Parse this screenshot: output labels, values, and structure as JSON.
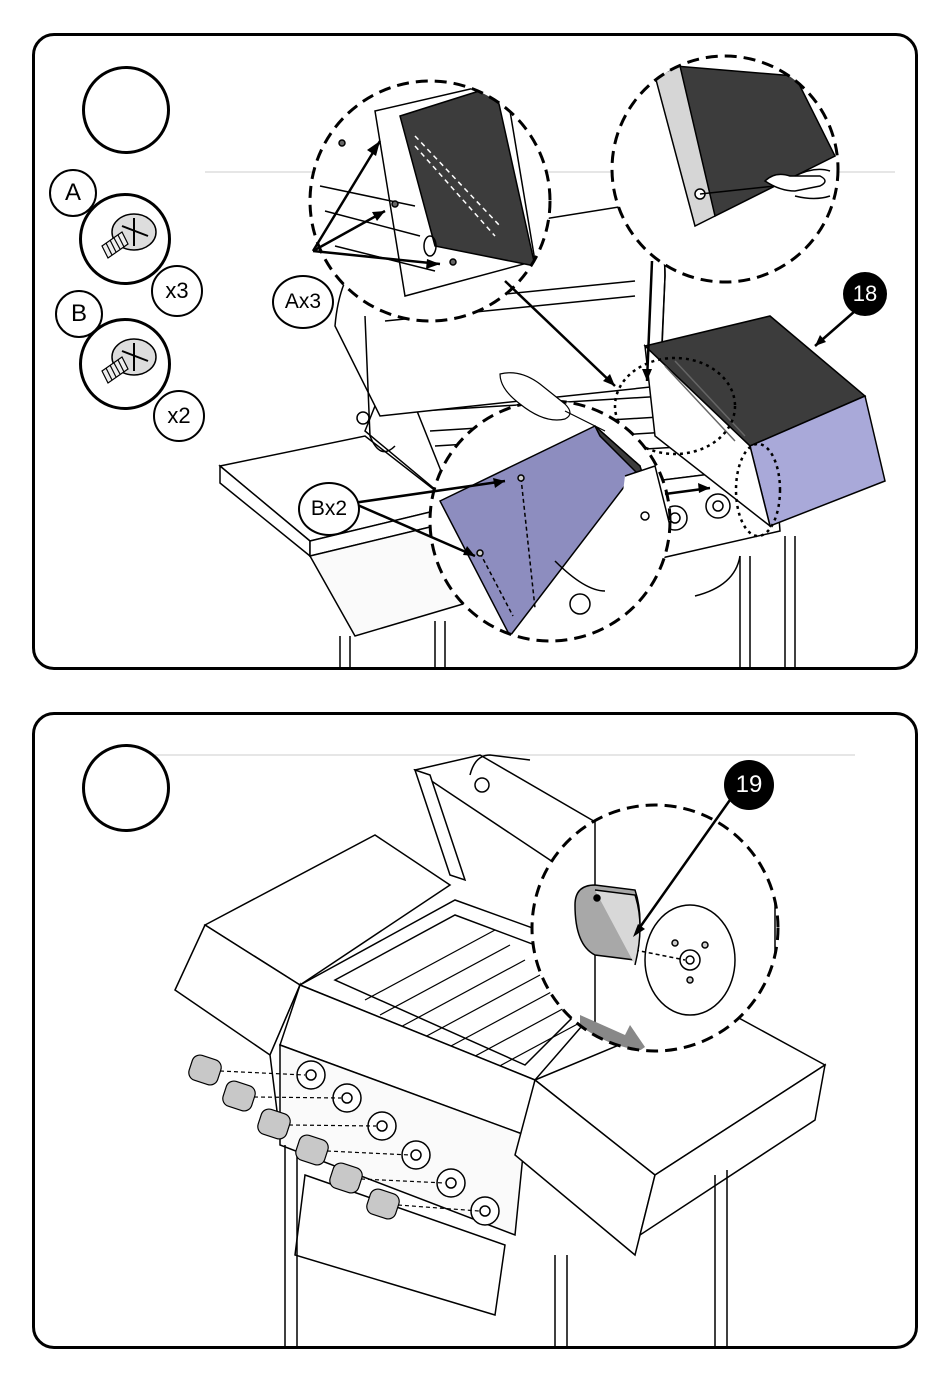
{
  "step1": {
    "step_number": "",
    "hardware": [
      {
        "letter": "A",
        "qty": "x3"
      },
      {
        "letter": "B",
        "qty": "x2"
      }
    ],
    "callouts": [
      "Ax3",
      "Bx2"
    ],
    "part_number": "18"
  },
  "step2": {
    "step_number": "",
    "part_number": "19"
  },
  "colors": {
    "outline": "#000000",
    "dark_panel": "#3c3c3c",
    "lavender_panel": "#a9a9d9",
    "shade": "#d6d6d6",
    "light_line": "#bbbbbb"
  }
}
